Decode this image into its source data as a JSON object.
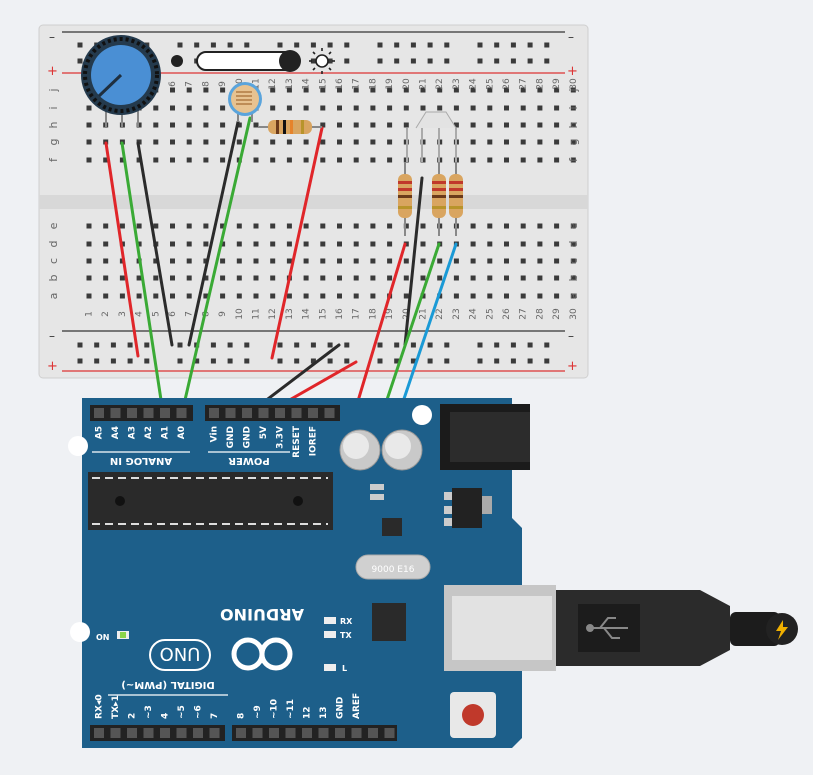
{
  "breadboard": {
    "columns": [
      "1",
      "2",
      "3",
      "4",
      "5",
      "6",
      "7",
      "8",
      "9",
      "10",
      "11",
      "12",
      "13",
      "14",
      "15",
      "16",
      "17",
      "18",
      "19",
      "20",
      "21",
      "22",
      "23",
      "24",
      "25",
      "26",
      "27",
      "28",
      "29",
      "30"
    ],
    "rows_top": [
      "j",
      "i",
      "h",
      "g",
      "f"
    ],
    "rows_bottom": [
      "e",
      "d",
      "c",
      "b",
      "a"
    ],
    "rail_minus": "–",
    "rail_plus": "+"
  },
  "arduino": {
    "analog_label": "ANALOG IN",
    "analog_pins": [
      "A5",
      "A4",
      "A3",
      "A2",
      "A1",
      "A0"
    ],
    "power_label": "POWER",
    "power_pins": [
      "Vin",
      "GND",
      "GND",
      "5V",
      "3.3V",
      "RESET",
      "IOREF"
    ],
    "digital_label": "DIGITAL (PWM~)",
    "digital_pins": [
      "8",
      "~9",
      "~10",
      "~11",
      "12",
      "13",
      "GND",
      "AREF"
    ],
    "digital_pins_left": [
      "RX◂0",
      "TX▸1",
      "2",
      "~3",
      "4",
      "~5",
      "~6",
      "7"
    ],
    "brand": "ARDUINO",
    "model": "UNO",
    "led_on": "ON",
    "led_rx": "RX",
    "led_tx": "TX",
    "led_l": "L",
    "crystal": "9000 E16"
  },
  "colors": {
    "red_wire": "#e0262a",
    "green_wire": "#3aaa35",
    "black_wire": "#2b2b2b",
    "blue_wire": "#1a9ad6",
    "board": "#1d5f8a",
    "pot": "#4a8fd4"
  }
}
